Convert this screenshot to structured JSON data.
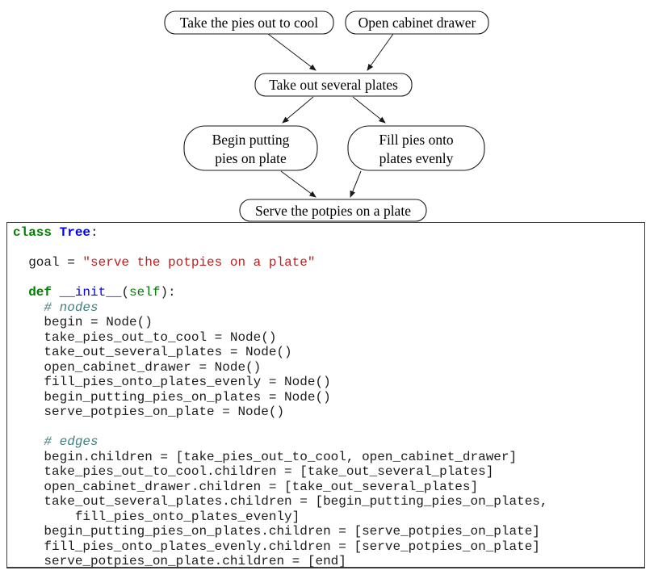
{
  "diagram": {
    "nodes": [
      {
        "id": "take_pies_out_to_cool",
        "label": "Take the pies out to cool"
      },
      {
        "id": "open_cabinet_drawer",
        "label": "Open cabinet drawer"
      },
      {
        "id": "take_out_several_plates",
        "label": "Take out several plates"
      },
      {
        "id": "begin_putting_pies_on_plate",
        "line1": "Begin putting",
        "line2": "pies on plate"
      },
      {
        "id": "fill_pies_onto_plates_evenly",
        "line1": "Fill pies onto",
        "line2": "plates evenly"
      },
      {
        "id": "serve_potpies_on_plate",
        "label": "Serve the potpies on a plate"
      }
    ],
    "edges": [
      {
        "from": "take_pies_out_to_cool",
        "to": "take_out_several_plates"
      },
      {
        "from": "open_cabinet_drawer",
        "to": "take_out_several_plates"
      },
      {
        "from": "take_out_several_plates",
        "to": "begin_putting_pies_on_plate"
      },
      {
        "from": "take_out_several_plates",
        "to": "fill_pies_onto_plates_evenly"
      },
      {
        "from": "begin_putting_pies_on_plate",
        "to": "serve_potpies_on_plate"
      },
      {
        "from": "fill_pies_onto_plates_evenly",
        "to": "serve_potpies_on_plate"
      }
    ]
  },
  "code": {
    "language": "python",
    "colors": {
      "keyword": "#008000",
      "class_name": "#0000FF",
      "function_name": "#0000FF",
      "string": "#BA2121",
      "comment": "#408080",
      "self": "#008000",
      "plain": "#1c1c1c"
    },
    "lines": [
      [
        [
          "k",
          "class"
        ],
        [
          "p",
          " "
        ],
        [
          "nc",
          "Tree"
        ],
        [
          "p",
          ":"
        ]
      ],
      [],
      [
        [
          "p",
          "  goal = "
        ],
        [
          "s",
          "\"serve the potpies on a plate\""
        ]
      ],
      [],
      [
        [
          "p",
          "  "
        ],
        [
          "k",
          "def"
        ],
        [
          "p",
          " "
        ],
        [
          "nf",
          "__init__"
        ],
        [
          "p",
          "("
        ],
        [
          "bp",
          "self"
        ],
        [
          "p",
          "):"
        ]
      ],
      [
        [
          "p",
          "    "
        ],
        [
          "c",
          "# nodes"
        ]
      ],
      [
        [
          "p",
          "    begin = Node()"
        ]
      ],
      [
        [
          "p",
          "    take_pies_out_to_cool = Node()"
        ]
      ],
      [
        [
          "p",
          "    take_out_several_plates = Node()"
        ]
      ],
      [
        [
          "p",
          "    open_cabinet_drawer = Node()"
        ]
      ],
      [
        [
          "p",
          "    fill_pies_onto_plates_evenly = Node()"
        ]
      ],
      [
        [
          "p",
          "    begin_putting_pies_on_plates = Node()"
        ]
      ],
      [
        [
          "p",
          "    serve_potpies_on_plate = Node()"
        ]
      ],
      [],
      [
        [
          "p",
          "    "
        ],
        [
          "c",
          "# edges"
        ]
      ],
      [
        [
          "p",
          "    begin.children = [take_pies_out_to_cool, open_cabinet_drawer]"
        ]
      ],
      [
        [
          "p",
          "    take_pies_out_to_cool.children = [take_out_several_plates]"
        ]
      ],
      [
        [
          "p",
          "    open_cabinet_drawer.children = [take_out_several_plates]"
        ]
      ],
      [
        [
          "p",
          "    take_out_several_plates.children = [begin_putting_pies_on_plates,"
        ]
      ],
      [
        [
          "p",
          "        fill_pies_onto_plates_evenly]"
        ]
      ],
      [
        [
          "p",
          "    begin_putting_pies_on_plates.children = [serve_potpies_on_plate]"
        ]
      ],
      [
        [
          "p",
          "    fill_pies_onto_plates_evenly.children = [serve_potpies_on_plate]"
        ]
      ],
      [
        [
          "p",
          "    serve_potpies_on_plate.children = [end]"
        ]
      ]
    ]
  }
}
